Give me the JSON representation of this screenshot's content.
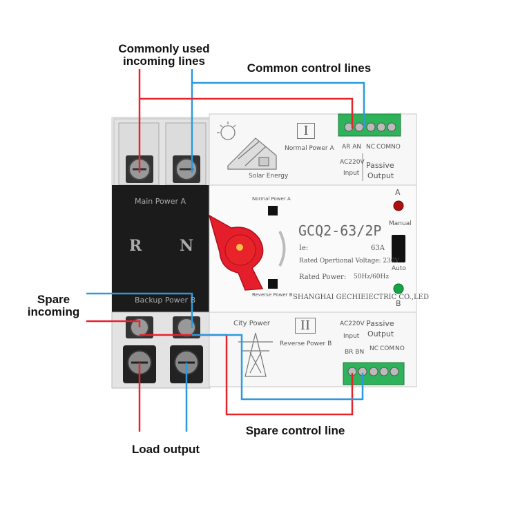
{
  "callouts": {
    "commonly_used_incoming": "Commonly used\nincoming lines",
    "common_control": "Common control lines",
    "spare_incoming": "Spare\nincoming",
    "load_output": "Load output",
    "spare_control": "Spare control line"
  },
  "device": {
    "section_top_numeral": "I",
    "normal_power_a_top": "Normal Power A",
    "solar_energy": "Solar Energy",
    "terminal_top_ar_an": "AR AN",
    "terminal_top_nc": "NC",
    "terminal_top_com": "COM",
    "terminal_top_no": "NO",
    "ac220v_top": "AC220V",
    "input_top": "Input",
    "passive_top": "Passive",
    "output_top": "Output",
    "indicator_a": "A",
    "main_power_a": "Main Power A",
    "pole_r": "R",
    "pole_n": "N",
    "backup_power_b": "Backup Power B",
    "normal_power_a_center": "Normal Power A",
    "model": "GCQ2-63/2P",
    "ie_label": "Ie:",
    "ie_value": "63A",
    "rated_voltage": "Rated Opertional Voltage: 230V",
    "rated_power_label": "Rated Power:",
    "rated_power_value": "50Hz/60Hz",
    "reverse_power_b_center": "Reverse Power B",
    "manufacturer": "SHANGHAI GECHIEIECTRIC CO.,LED",
    "manual": "Manual",
    "auto": "Auto",
    "indicator_b": "B",
    "section_bottom_numeral": "II",
    "city_power": "City Power",
    "reverse_power_b_bottom": "Reverse Power B",
    "ac220v_bottom": "AC220V",
    "input_bottom": "Input",
    "passive_bottom": "Passive",
    "output_bottom": "Output",
    "terminal_bottom_br_bn": "BR BN",
    "terminal_bottom_nc": "NC",
    "terminal_bottom_com": "COM",
    "terminal_bottom_no": "NO"
  },
  "colors": {
    "live_wire": "#e8232a",
    "neutral_wire": "#2a9ae0",
    "terminal_green": "#2fb35a",
    "handle_red": "#e41e2b",
    "black_cover": "#1b1b1b"
  }
}
